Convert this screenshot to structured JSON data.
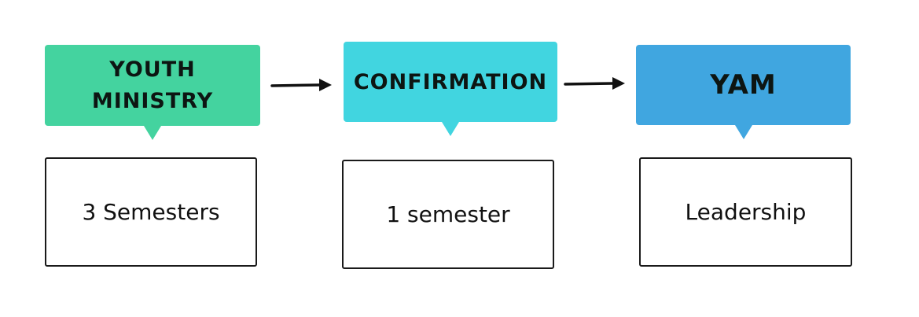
{
  "stages": [
    {
      "id": "youth",
      "title": "YOUTH MINISTRY",
      "duration": "3 Semesters",
      "color": "#44d39f"
    },
    {
      "id": "confirm",
      "title": "CONFIRMATION",
      "duration": "1 semester",
      "color": "#41d5e0"
    },
    {
      "id": "yam",
      "title": "YAM",
      "duration": "Leadership",
      "color": "#40a6e0"
    }
  ]
}
